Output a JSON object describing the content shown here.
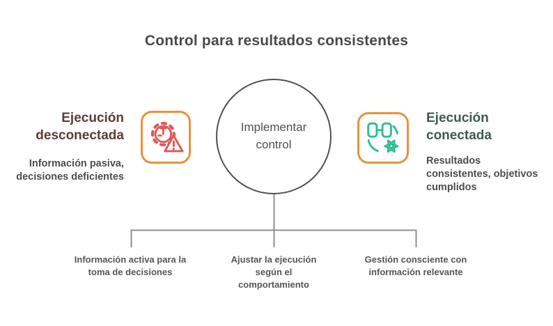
{
  "title": "Control para resultados consistentes",
  "center": {
    "label": "Implementar control"
  },
  "left": {
    "title": "Ejecución desconectada",
    "subtitle": "Información pasiva, decisiones deficientes",
    "icon": "gear-alert-icon"
  },
  "right": {
    "title": "Ejecución conectada",
    "subtitle": "Resultados consistentes, objetivos cumplidos",
    "icon": "binoculars-gear-icon"
  },
  "branches": [
    "Información activa para la toma de decisiones",
    "Ajustar la ejecución según el comportamiento",
    "Gestión consciente con información relevante"
  ],
  "colors": {
    "accent_orange": "#e8923c",
    "icon_red": "#e25555",
    "icon_green": "#2ebe8b",
    "title_dark": "#4a4a4a",
    "left_title": "#5f3a3a",
    "right_title": "#3d5b50",
    "connector_gray": "#8f8f8f",
    "circle_stroke": "#4f4f4f"
  }
}
